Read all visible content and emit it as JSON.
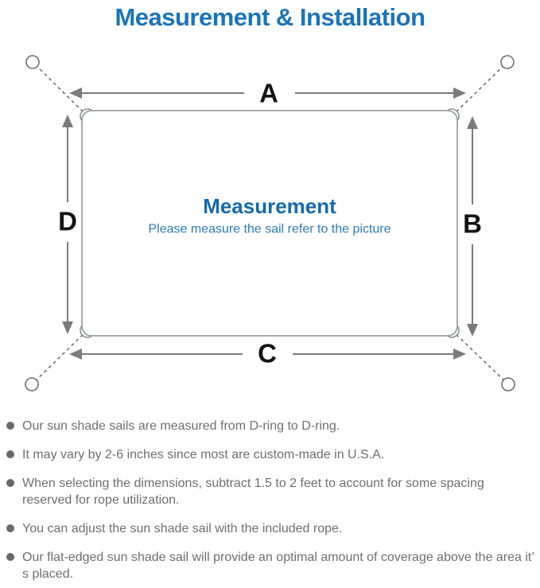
{
  "title": "Measurement & Installation",
  "diagram": {
    "dimension_labels": {
      "top": "A",
      "right": "B",
      "bottom": "C",
      "left": "D"
    },
    "heading": "Measurement",
    "subheading": "Please measure the sail refer to the picture"
  },
  "notes": [
    "Our sun shade sails are measured from D-ring to D-ring.",
    "It may vary by 2-6 inches since most are custom-made in U.S.A.",
    "When selecting the dimensions, subtract 1.5 to 2 feet to account for some spacing reserved for rope utilization.",
    "You can adjust the sun shade sail with the included rope.",
    "Our flat-edged sun shade sail will provide an optimal amount of coverage above the area it’ s placed."
  ],
  "colors": {
    "title_blue": "#1b74ba",
    "heading_blue": "#1569ad",
    "subheading_blue": "#2d7bb2",
    "dimension_line_gray": "#7b7b7b",
    "sail_border_gray": "#9aa0a3",
    "body_text_gray": "#6e6e6e",
    "label_black": "#141414"
  }
}
